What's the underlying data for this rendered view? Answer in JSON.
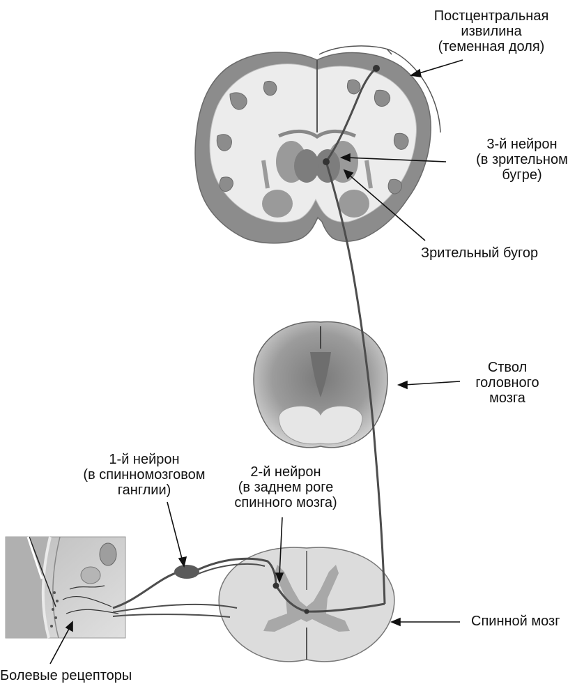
{
  "labels": {
    "postcentral": "Постцентральная\nизвилина\n(теменная доля)",
    "third_neuron": "3-й нейрон\n(в зрительном\nбугре)",
    "thalamus": "Зрительный бугор",
    "brainstem": "Ствол\nголовного\nмозга",
    "first_neuron": "1-й нейрон\n(в спинномозговом\nганглии)",
    "second_neuron": "2-й нейрон\n(в заднем роге\nспинного мозга)",
    "spinal_cord": "Спинной мозг",
    "receptors": "Болевые рецепторы"
  },
  "colors": {
    "cortex": "#8c8c8c",
    "white_matter": "#ececec",
    "deep_gray": "#9a9a9a",
    "tract": "#4d4d4d",
    "spinal_white": "#dcdcdc",
    "spinal_gray": "#a8a8a8",
    "skin": "#c9c9c9"
  }
}
